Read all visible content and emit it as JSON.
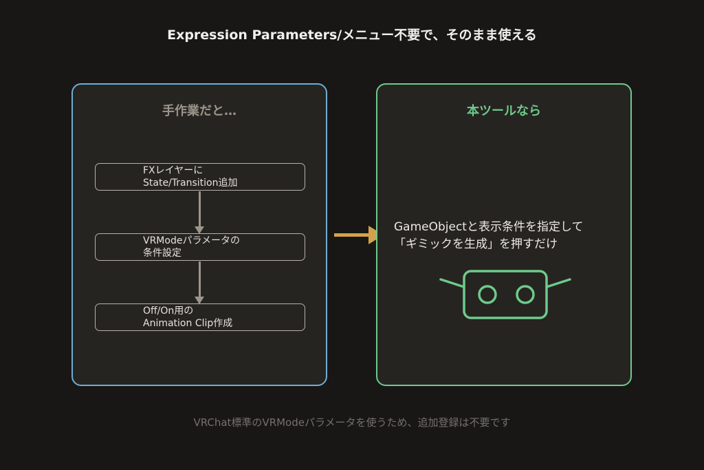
{
  "title": "Expression Parameters/メニュー不要で、そのまま使える",
  "left_panel": {
    "heading": "手作業だと…",
    "steps": [
      {
        "line1": "FXレイヤーに",
        "line2": "State/Transition追加"
      },
      {
        "line1": "VRModeパラメータの",
        "line2": "条件設定"
      },
      {
        "line1": "Off/On用の",
        "line2": "Animation Clip作成"
      }
    ]
  },
  "right_panel": {
    "heading": "本ツールなら",
    "description_line1": "GameObjectと表示条件を指定して",
    "description_line2": "「ギミックを生成」を押すだけ",
    "icon": "robot-icon"
  },
  "footer": "VRChat標準のVRModeパラメータを使うため、追加登録は不要です",
  "colors": {
    "background": "#181716",
    "panel_bg": "#262421",
    "left_border": "#6eaed6",
    "right_border": "#6fca8c",
    "arrow": "#d4a14a"
  }
}
